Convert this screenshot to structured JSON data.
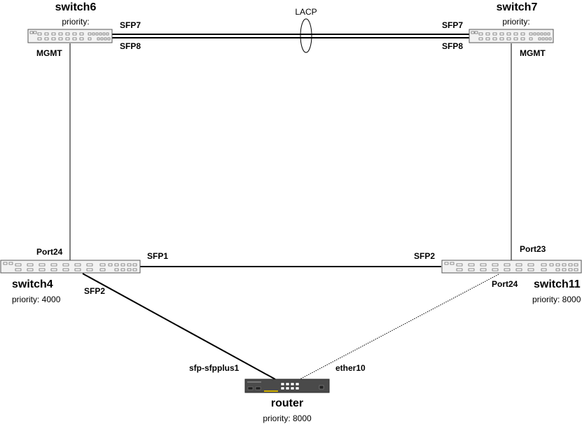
{
  "devices": {
    "switch6": {
      "name": "switch6",
      "priority": "priority:"
    },
    "switch7": {
      "name": "switch7",
      "priority": "priority:"
    },
    "switch4": {
      "name": "switch4",
      "priority": "priority: 4000"
    },
    "switch11": {
      "name": "switch11",
      "priority": "priority: 8000"
    },
    "router": {
      "name": "router",
      "priority": "priority: 8000"
    }
  },
  "ports": {
    "sw6_sfp7": "SFP7",
    "sw6_sfp8": "SFP8",
    "sw6_mgmt": "MGMT",
    "sw7_sfp7": "SFP7",
    "sw7_sfp8": "SFP8",
    "sw7_mgmt": "MGMT",
    "sw4_port24": "Port24",
    "sw4_sfp1": "SFP1",
    "sw4_sfp2": "SFP2",
    "sw11_sfp2": "SFP2",
    "sw11_port23": "Port23",
    "sw11_port24": "Port24",
    "router_sfp": "sfp-sfpplus1",
    "router_ether10": "ether10"
  },
  "annotations": {
    "lacp": "LACP"
  },
  "colors": {
    "line": "#000000",
    "device_body": "#f2f2f2",
    "router_body": "#4a4a4a",
    "router_accent": "#d4b400"
  }
}
